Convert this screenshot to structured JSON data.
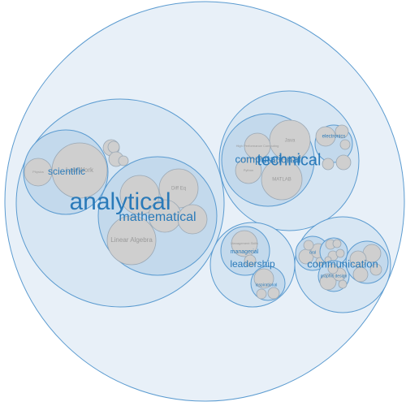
{
  "chart_data": {
    "type": "circle-packing",
    "groups": [
      {
        "label": "analytical",
        "children": [
          {
            "label": "scientific",
            "leaves": [
              "Lab Work",
              "Physics",
              "",
              "",
              "",
              ""
            ]
          },
          {
            "label": "mathematical",
            "leaves": [
              "Linear Algebra",
              "Diff Eq",
              "",
              "",
              ""
            ]
          }
        ]
      },
      {
        "label": "technical",
        "children": [
          {
            "label": "computational",
            "leaves": [
              "Java",
              "High Performance Computing",
              "Python",
              "MATLAB"
            ]
          },
          {
            "label": "electronics",
            "leaves": [
              "",
              "",
              "",
              "",
              ""
            ]
          }
        ]
      },
      {
        "label": "leadership",
        "children": [
          {
            "label": "managerial",
            "leaves": [
              "Management Skills",
              ""
            ]
          },
          {
            "label": "inspirational",
            "leaves": [
              "",
              "",
              "",
              "",
              ""
            ]
          }
        ]
      },
      {
        "label": "communication",
        "children": [
          {
            "label": "oral",
            "leaves": [
              "",
              "",
              "",
              ""
            ]
          },
          {
            "label": "",
            "leaves": [
              "",
              "",
              "",
              "",
              ""
            ]
          },
          {
            "label": "graphic design",
            "leaves": [
              "",
              "",
              "",
              ""
            ]
          },
          {
            "label": "",
            "leaves": [
              "",
              "",
              "",
              ""
            ]
          }
        ]
      }
    ]
  },
  "colors": {
    "root_fill": "#e8f0f8",
    "group_fill": "#d7e6f3",
    "sub_fill": "#c3d9ec",
    "leaf_fill": "#cfcfcf",
    "stroke": "#5b9bd0",
    "label": "#2a7ab9"
  }
}
